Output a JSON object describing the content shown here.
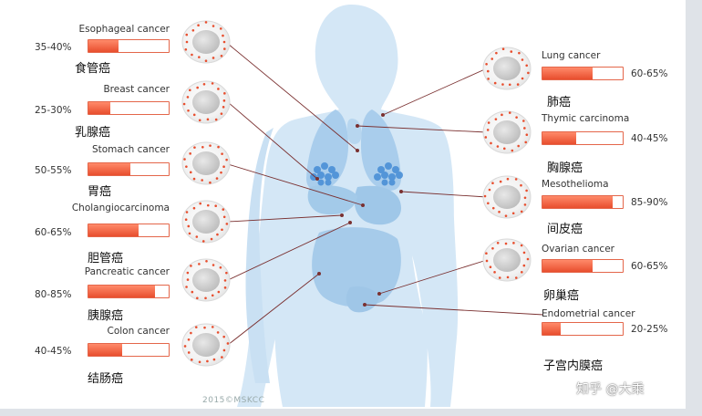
{
  "colors": {
    "accent": "#e84e2e",
    "body": "#cfe4f5",
    "organs": "#a8cdea",
    "leader": "#7a3030"
  },
  "cancers_left": [
    {
      "en": "Esophageal cancer",
      "pct": "35-40%",
      "cn": "食管癌",
      "rate": 0.375
    },
    {
      "en": "Breast cancer",
      "pct": "25-30%",
      "cn": "乳腺癌",
      "rate": 0.275
    },
    {
      "en": "Stomach cancer",
      "pct": "50-55%",
      "cn": "胃癌",
      "rate": 0.525
    },
    {
      "en": "Cholangiocarcinoma",
      "pct": "60-65%",
      "cn": "胆管癌",
      "rate": 0.625
    },
    {
      "en": "Pancreatic cancer",
      "pct": "80-85%",
      "cn": "胰腺癌",
      "rate": 0.825
    },
    {
      "en": "Colon cancer",
      "pct": "40-45%",
      "cn": "结肠癌",
      "rate": 0.425
    }
  ],
  "cancers_right": [
    {
      "en": "Lung cancer",
      "pct": "60-65%",
      "cn": "肺癌",
      "rate": 0.625
    },
    {
      "en": "Thymic carcinoma",
      "pct": "40-45%",
      "cn": "胸腺癌",
      "rate": 0.425
    },
    {
      "en": "Mesothelioma",
      "pct": "85-90%",
      "cn": "间皮癌",
      "rate": 0.875
    },
    {
      "en": "Ovarian cancer",
      "pct": "60-65%",
      "cn": "卵巢癌",
      "rate": 0.625
    },
    {
      "en": "Endometrial cancer",
      "pct": "20-25%",
      "cn": "子宫内膜癌",
      "rate": 0.225
    }
  ],
  "copyright": "2015©MSKCC",
  "watermark": "知乎 @大乘"
}
